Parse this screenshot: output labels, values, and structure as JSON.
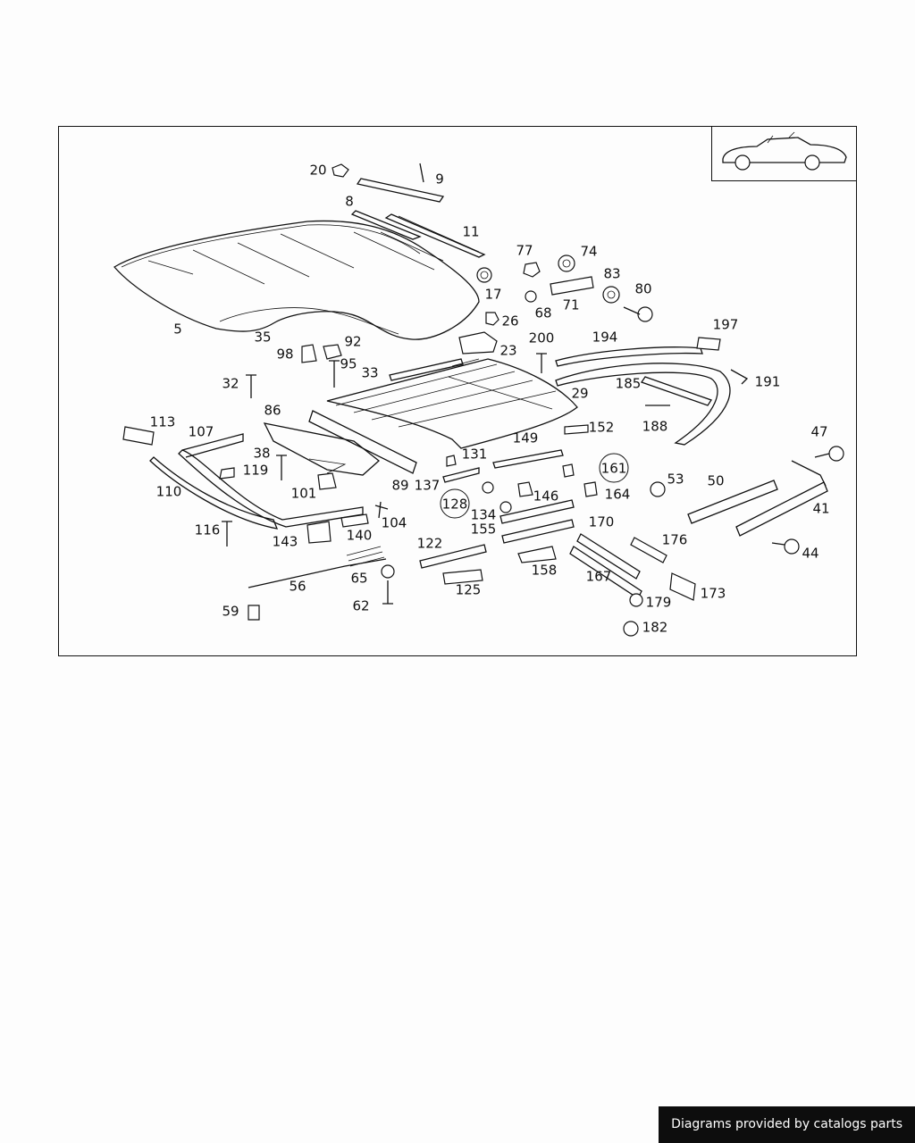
{
  "diagram": {
    "callouts": [
      {
        "label": "20",
        "circled": false
      },
      {
        "label": "9",
        "circled": false
      },
      {
        "label": "8",
        "circled": false
      },
      {
        "label": "11",
        "circled": false
      },
      {
        "label": "77",
        "circled": false
      },
      {
        "label": "74",
        "circled": false
      },
      {
        "label": "83",
        "circled": false
      },
      {
        "label": "17",
        "circled": false
      },
      {
        "label": "80",
        "circled": false
      },
      {
        "label": "68",
        "circled": false
      },
      {
        "label": "71",
        "circled": false
      },
      {
        "label": "26",
        "circled": false
      },
      {
        "label": "5",
        "circled": false
      },
      {
        "label": "35",
        "circled": false
      },
      {
        "label": "23",
        "circled": false
      },
      {
        "label": "200",
        "circled": false
      },
      {
        "label": "194",
        "circled": false
      },
      {
        "label": "197",
        "circled": false
      },
      {
        "label": "98",
        "circled": false
      },
      {
        "label": "92",
        "circled": false
      },
      {
        "label": "95",
        "circled": false
      },
      {
        "label": "33",
        "circled": false
      },
      {
        "label": "32",
        "circled": false
      },
      {
        "label": "29",
        "circled": false
      },
      {
        "label": "185",
        "circled": false
      },
      {
        "label": "191",
        "circled": false
      },
      {
        "label": "86",
        "circled": false
      },
      {
        "label": "113",
        "circled": false
      },
      {
        "label": "107",
        "circled": false
      },
      {
        "label": "188",
        "circled": false
      },
      {
        "label": "152",
        "circled": false
      },
      {
        "label": "47",
        "circled": false
      },
      {
        "label": "149",
        "circled": false
      },
      {
        "label": "38",
        "circled": false
      },
      {
        "label": "131",
        "circled": false
      },
      {
        "label": "119",
        "circled": false
      },
      {
        "label": "161",
        "circled": true
      },
      {
        "label": "53",
        "circled": false
      },
      {
        "label": "50",
        "circled": false
      },
      {
        "label": "110",
        "circled": false
      },
      {
        "label": "89",
        "circled": false
      },
      {
        "label": "137",
        "circled": false
      },
      {
        "label": "101",
        "circled": false
      },
      {
        "label": "164",
        "circled": false
      },
      {
        "label": "146",
        "circled": false
      },
      {
        "label": "128",
        "circled": true
      },
      {
        "label": "41",
        "circled": false
      },
      {
        "label": "134",
        "circled": false
      },
      {
        "label": "104",
        "circled": false
      },
      {
        "label": "170",
        "circled": false
      },
      {
        "label": "116",
        "circled": false
      },
      {
        "label": "155",
        "circled": false
      },
      {
        "label": "140",
        "circled": false
      },
      {
        "label": "143",
        "circled": false
      },
      {
        "label": "176",
        "circled": false
      },
      {
        "label": "122",
        "circled": false
      },
      {
        "label": "44",
        "circled": false
      },
      {
        "label": "158",
        "circled": false
      },
      {
        "label": "65",
        "circled": false
      },
      {
        "label": "167",
        "circled": false
      },
      {
        "label": "56",
        "circled": false
      },
      {
        "label": "125",
        "circled": false
      },
      {
        "label": "173",
        "circled": false
      },
      {
        "label": "179",
        "circled": false
      },
      {
        "label": "62",
        "circled": false
      },
      {
        "label": "59",
        "circled": false
      },
      {
        "label": "182",
        "circled": false
      }
    ]
  },
  "footer": {
    "text": "Diagrams provided by catalogs parts",
    "background": "#0d0d0d",
    "color": "#ffffff"
  }
}
